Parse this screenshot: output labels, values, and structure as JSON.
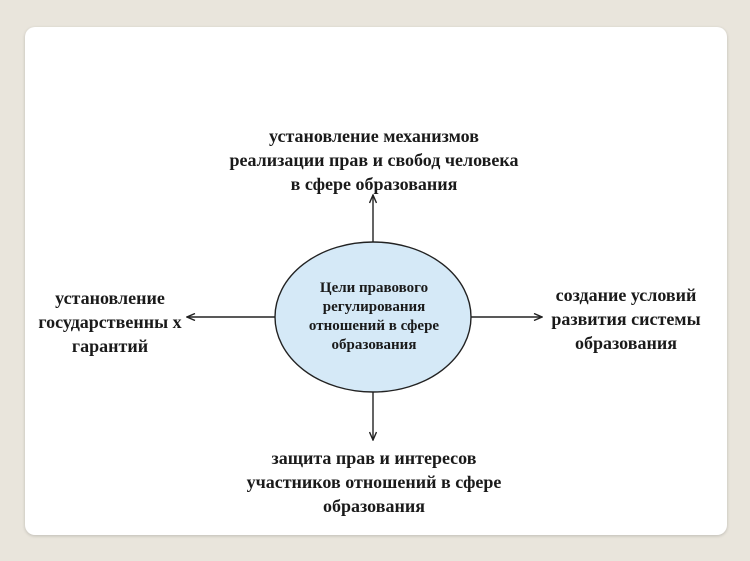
{
  "diagram": {
    "center": "Цели правового регулирования отношений в сфере образования",
    "top": "установление механизмов реализации прав и свобод человека в сфере образования",
    "left": "установление государственны х гарантий",
    "right": "создание условий развития системы образования",
    "bottom": "защита прав и интересов участников отношений в сфере образования"
  },
  "colors": {
    "ellipse_fill": "#d5e9f7",
    "ellipse_stroke": "#222222",
    "arrow": "#222222",
    "slide_bg": "#ffffff",
    "page_bg": "#e9e5dc"
  }
}
